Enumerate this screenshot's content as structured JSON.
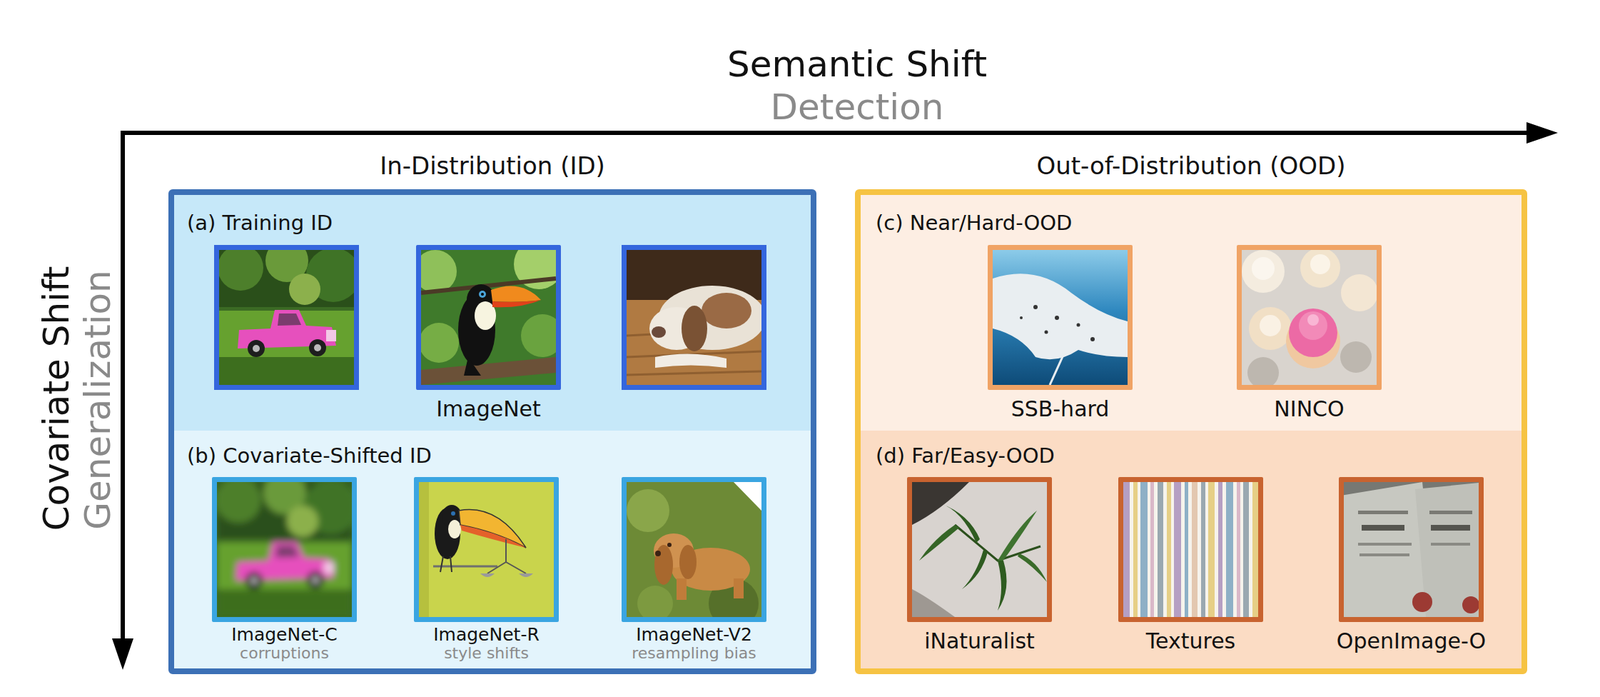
{
  "diagram": {
    "nodes": [
      {
        "text": [
          "In-Distribution (ID)"
        ]
      },
      {
        "text": [
          "(a) Training ID"
        ],
        "in": 0
      },
      {
        "text": [
          "ImageNet"
        ],
        "in": 1
      },
      {
        "text": [
          "(b) Covariate-Shifted ID"
        ],
        "in": 0
      },
      {
        "text": [
          "ImageNet-C",
          "corruptions"
        ],
        "in": 3
      },
      {
        "text": [
          "ImageNet-R",
          "style shifts"
        ],
        "in": 3
      },
      {
        "text": [
          "ImageNet-V2",
          "resampling bias"
        ],
        "in": 3
      },
      {
        "text": [
          "Out-of-Distribution (OOD)"
        ]
      },
      {
        "text": [
          "(c) Near/Hard-OOD"
        ],
        "in": 7
      },
      {
        "text": [
          "SSB-hard"
        ],
        "in": 8
      },
      {
        "text": [
          "NINCO"
        ],
        "in": 8
      },
      {
        "text": [
          "(d) Far/Easy-OOD"
        ],
        "in": 7
      },
      {
        "text": [
          "iNaturalist"
        ],
        "in": 11
      },
      {
        "text": [
          "Textures"
        ],
        "in": 11
      },
      {
        "text": [
          "OpenImage-O"
        ],
        "in": 11
      }
    ],
    "labels": [
      "Semantic Shift",
      "Detection",
      "Covariate Shift",
      "Generalization"
    ]
  }
}
